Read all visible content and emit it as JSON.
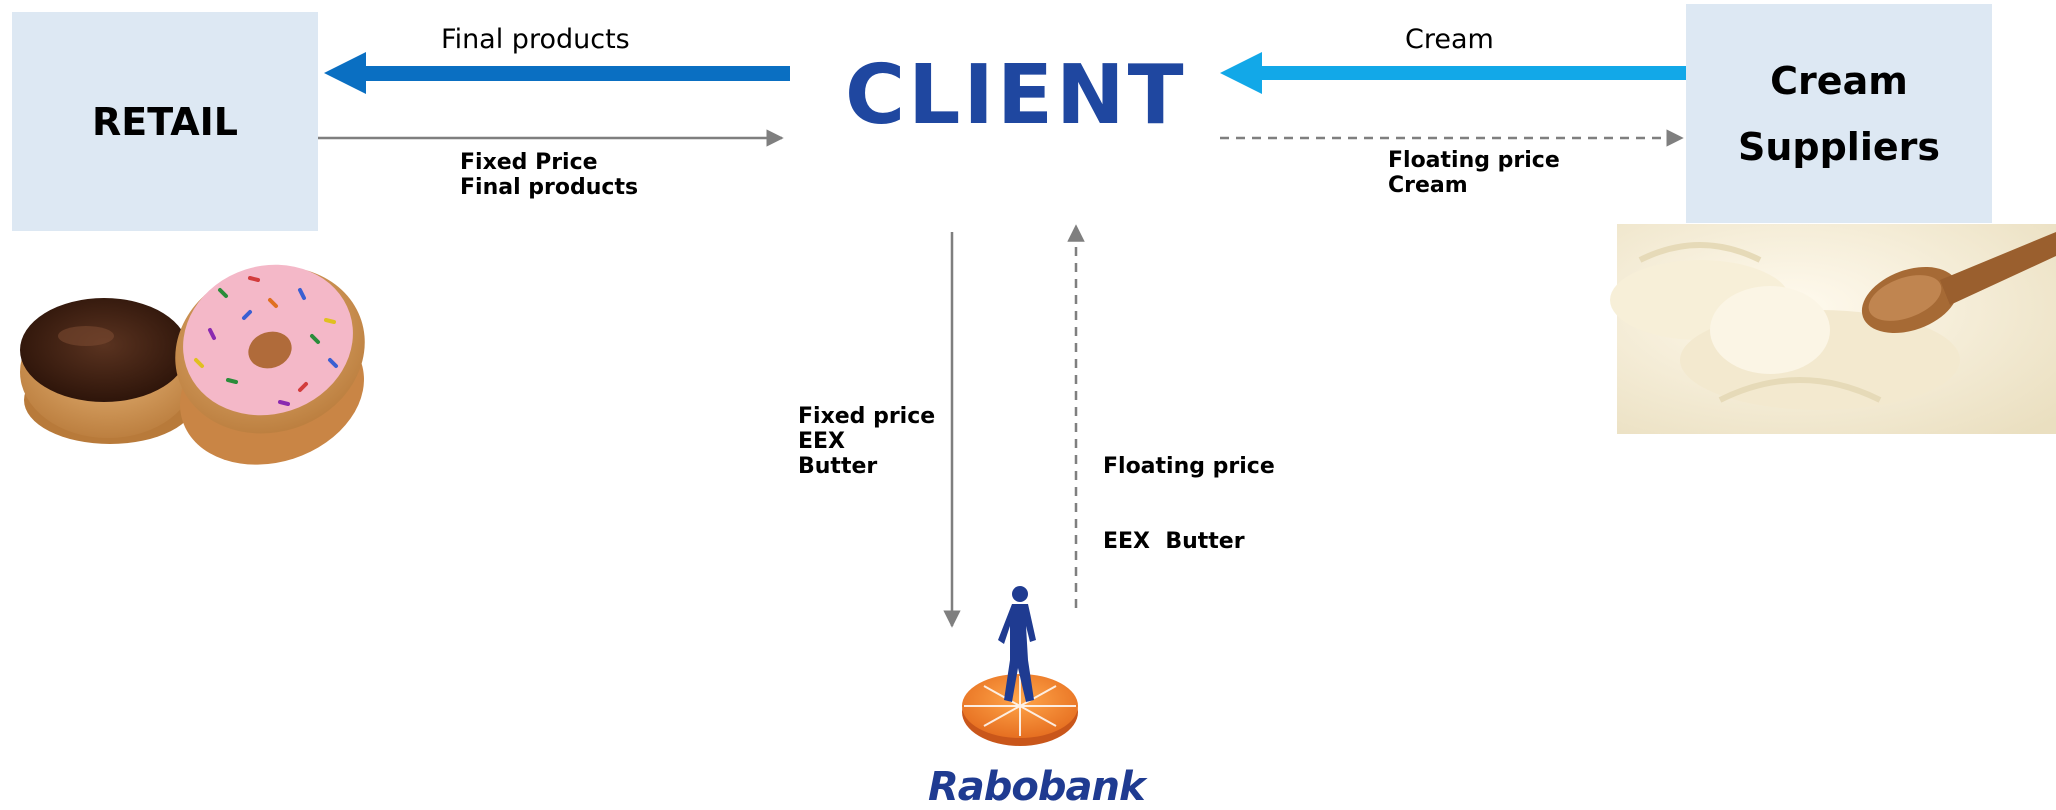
{
  "retail": {
    "label": "RETAIL"
  },
  "client": {
    "label": "CLIENT"
  },
  "suppliers": {
    "line1": "Cream",
    "line2": "Suppliers"
  },
  "flows": {
    "final_products": "Final products",
    "fixed_price_final": [
      "Fixed Price",
      "Final products"
    ],
    "cream": "Cream",
    "floating_price_cream": [
      "Floating price",
      "Cream"
    ],
    "fixed_price_eex": [
      "Fixed price",
      "EEX",
      "Butter"
    ],
    "floating_price_eex": [
      "Floating price",
      "EEX  Butter"
    ]
  },
  "rabobank": {
    "wordmark": "Rabobank"
  },
  "colors": {
    "client_text": "#1f47a0",
    "final_products_arrow": "#0a6fc2",
    "cream_arrow": "#12a8e8",
    "price_arrow": "#7f7f7f",
    "box_fill": "#dde8f3",
    "rabobank_orange": "#f07d1e",
    "rabobank_blue": "#1f3b91"
  },
  "icons": [
    "donut-image",
    "cream-spoon-image",
    "rabobank-logo"
  ]
}
